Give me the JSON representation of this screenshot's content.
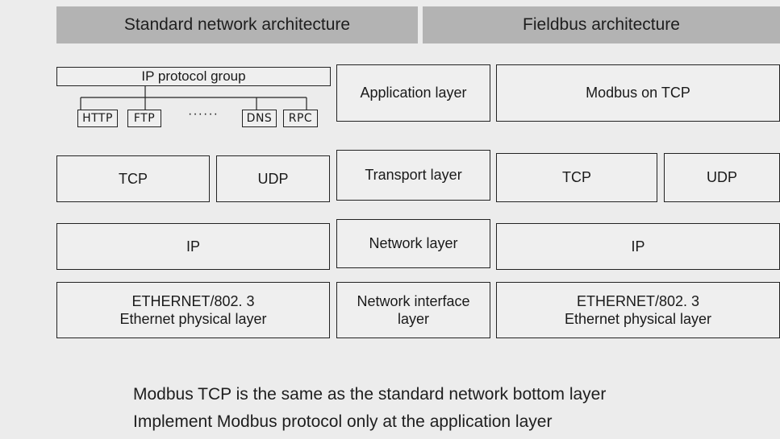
{
  "headers": {
    "standard": "Standard network architecture",
    "fieldbus": "Fieldbus architecture"
  },
  "standard": {
    "ip_group": "IP protocol group",
    "protocols": [
      "HTTP",
      "FTP",
      "DNS",
      "RPC"
    ],
    "ellipsis": "······",
    "tcp": "TCP",
    "udp": "UDP",
    "ip": "IP",
    "ethernet_line1": "ETHERNET/802. 3",
    "ethernet_line2": "Ethernet physical layer"
  },
  "layers": {
    "application": "Application layer",
    "transport": "Transport layer",
    "network": "Network layer",
    "netif_line1": "Network interface",
    "netif_line2": "layer"
  },
  "fieldbus": {
    "modbus": "Modbus on TCP",
    "tcp": "TCP",
    "udp": "UDP",
    "ip": "IP",
    "ethernet_line1": "ETHERNET/802. 3",
    "ethernet_line2": "Ethernet physical layer"
  },
  "notes": [
    "Modbus TCP is the same as the standard network bottom layer",
    "Implement Modbus protocol only at the application layer"
  ]
}
